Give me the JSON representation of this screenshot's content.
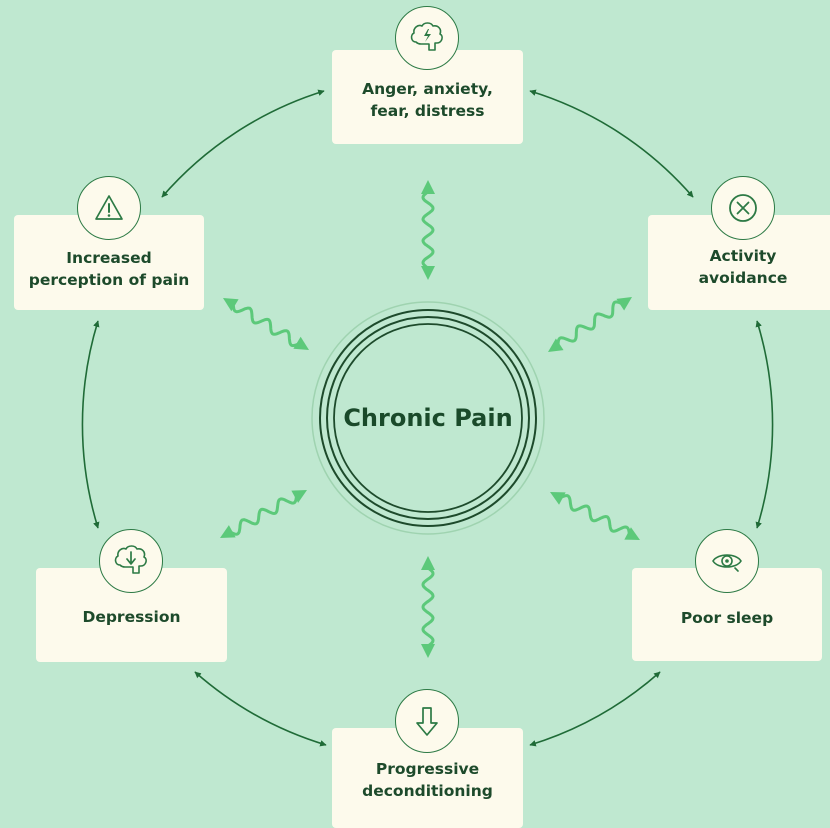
{
  "center": {
    "label": "Chronic Pain"
  },
  "nodes": [
    {
      "id": "anger",
      "label": "Anger, anxiety,\nfear, distress",
      "icon": "brain-lightning-icon"
    },
    {
      "id": "activity",
      "label": "Activity\navoidance",
      "icon": "cross-circle-icon"
    },
    {
      "id": "sleep",
      "label": "Poor sleep",
      "icon": "eye-icon"
    },
    {
      "id": "deconditioning",
      "label": "Progressive\ndeconditioning",
      "icon": "down-arrow-icon"
    },
    {
      "id": "depression",
      "label": "Depression",
      "icon": "brain-down-arrow-icon"
    },
    {
      "id": "perception",
      "label": "Increased\nperception of pain",
      "icon": "warning-triangle-icon"
    }
  ],
  "colors": {
    "background": "#bfe8d0",
    "box": "#fdfaec",
    "text": "#1d4a2b",
    "cycle_arrow": "#1f6b37",
    "wavy_arrow": "#5cc97a"
  }
}
